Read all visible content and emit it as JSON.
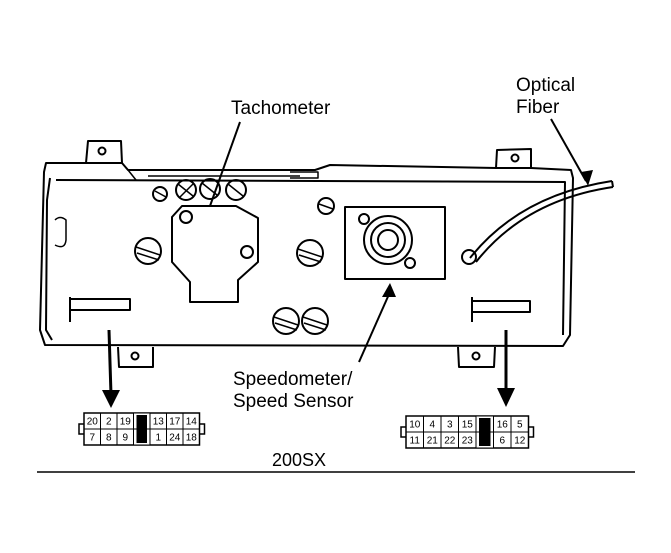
{
  "labels": {
    "tachometer": "Tachometer",
    "optical_line1": "Optical",
    "optical_line2": "Fiber",
    "speedo_line1": "Speedometer/",
    "speedo_line2": "Speed Sensor",
    "model": "200SX"
  },
  "connector_left": {
    "top": [
      "20",
      "2",
      "19",
      "",
      "13",
      "17",
      "14"
    ],
    "bottom": [
      "7",
      "8",
      "9",
      "",
      "1",
      "24",
      "18"
    ]
  },
  "connector_right": {
    "top": [
      "10",
      "4",
      "3",
      "15",
      "",
      "16",
      "5"
    ],
    "bottom": [
      "11",
      "21",
      "22",
      "23",
      "",
      "6",
      "12"
    ]
  },
  "colors": {
    "line": "#000000",
    "background": "#ffffff"
  }
}
